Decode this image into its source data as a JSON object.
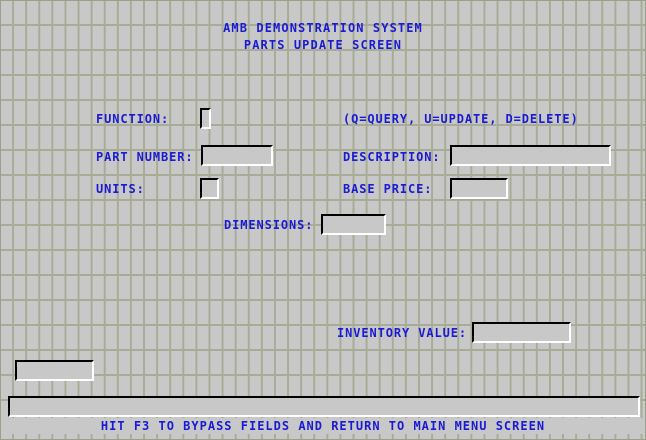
{
  "header": {
    "line1": "AMB DEMONSTRATION SYSTEM",
    "line2": "PARTS UPDATE SCREEN"
  },
  "colors": {
    "text": "#1a1ad6",
    "background": "#c8c8c8",
    "grid_line": "#a8ac96",
    "field_shadow": "#000000",
    "field_highlight": "#ffffff"
  },
  "form": {
    "function": {
      "label": "FUNCTION:",
      "value": "",
      "placeholder": "",
      "hint": "(Q=QUERY, U=UPDATE, D=DELETE)"
    },
    "part_number": {
      "label": "PART NUMBER:",
      "value": "",
      "placeholder": ""
    },
    "description": {
      "label": "DESCRIPTION:",
      "value": "",
      "placeholder": ""
    },
    "units": {
      "label": "UNITS:",
      "value": "",
      "placeholder": ""
    },
    "base_price": {
      "label": "BASE PRICE:",
      "value": "",
      "placeholder": ""
    },
    "dimensions": {
      "label": "DIMENSIONS:",
      "value": "",
      "placeholder": ""
    },
    "inventory_value": {
      "label": "INVENTORY VALUE:",
      "value": "",
      "placeholder": ""
    },
    "scratch": {
      "value": "",
      "placeholder": ""
    },
    "message": {
      "value": "",
      "placeholder": ""
    }
  },
  "footer": {
    "text": "HIT F3 TO BYPASS FIELDS AND RETURN TO MAIN MENU SCREEN"
  }
}
